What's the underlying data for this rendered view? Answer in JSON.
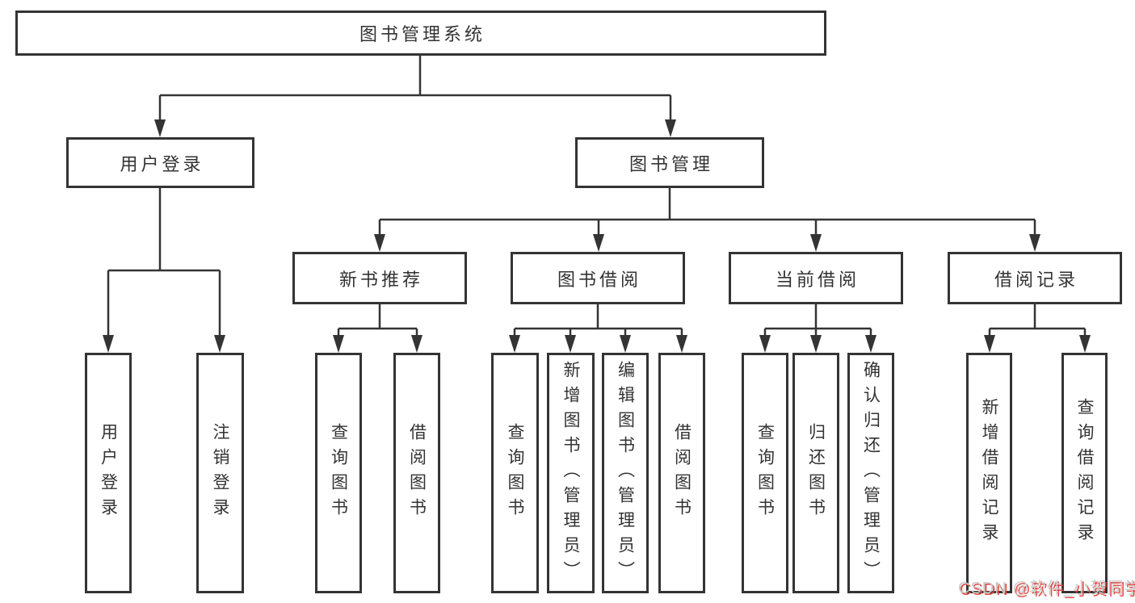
{
  "tree": {
    "root": {
      "label": "图书管理系统",
      "children": [
        {
          "label": "用户登录",
          "children": [
            {
              "label": "用户登录"
            },
            {
              "label": "注销登录"
            }
          ]
        },
        {
          "label": "图书管理",
          "children": [
            {
              "label": "新书推荐",
              "children": [
                {
                  "label": "查询图书"
                },
                {
                  "label": "借阅图书"
                }
              ]
            },
            {
              "label": "图书借阅",
              "children": [
                {
                  "label": "查询图书"
                },
                {
                  "label": "新增图书（管理员）"
                },
                {
                  "label": "编辑图书（管理员）"
                },
                {
                  "label": "借阅图书"
                }
              ]
            },
            {
              "label": "当前借阅",
              "children": [
                {
                  "label": "查询图书"
                },
                {
                  "label": "归还图书"
                },
                {
                  "label": "确认归还（管理员）"
                }
              ]
            },
            {
              "label": "借阅记录",
              "children": [
                {
                  "label": "新增借阅记录"
                },
                {
                  "label": "查询借阅记录"
                }
              ]
            }
          ]
        }
      ]
    }
  },
  "watermark": {
    "text": "CSDN @软件_小贺同学"
  },
  "colors": {
    "line": "#343434",
    "box_border": "#343434",
    "text": "#333333",
    "background": "#ffffff",
    "watermark_gray": "#c9c9c9",
    "watermark_red": "#e5423d"
  }
}
